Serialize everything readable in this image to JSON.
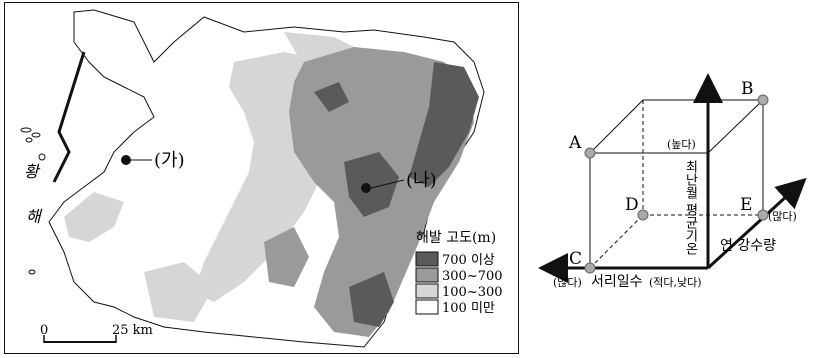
{
  "map": {
    "sea_label_top": "황",
    "sea_label_bottom": "해",
    "region_ga": "(가)",
    "region_na": "(나)",
    "scale_zero": "0",
    "scale_km": "25 km",
    "legend": {
      "title": "해발 고도(m)",
      "items": [
        {
          "label": "700 이상",
          "color": "#5a5a5a"
        },
        {
          "label": "300~700",
          "color": "#9a9a9a"
        },
        {
          "label": "100~300",
          "color": "#d6d6d6"
        },
        {
          "label": "100 미만",
          "color": "#ffffff"
        }
      ]
    }
  },
  "cube": {
    "points": {
      "A": "A",
      "B": "B",
      "C": "C",
      "D": "D",
      "E": "E"
    },
    "axis_vertical": "최난월 평균기온",
    "axis_vertical_end": "(높다)",
    "axis_right": "연 강수량",
    "axis_right_end": "(많다)",
    "axis_left": "서리일수",
    "axis_left_range": "(적다,낮다)",
    "axis_left_end": "(많다)"
  }
}
